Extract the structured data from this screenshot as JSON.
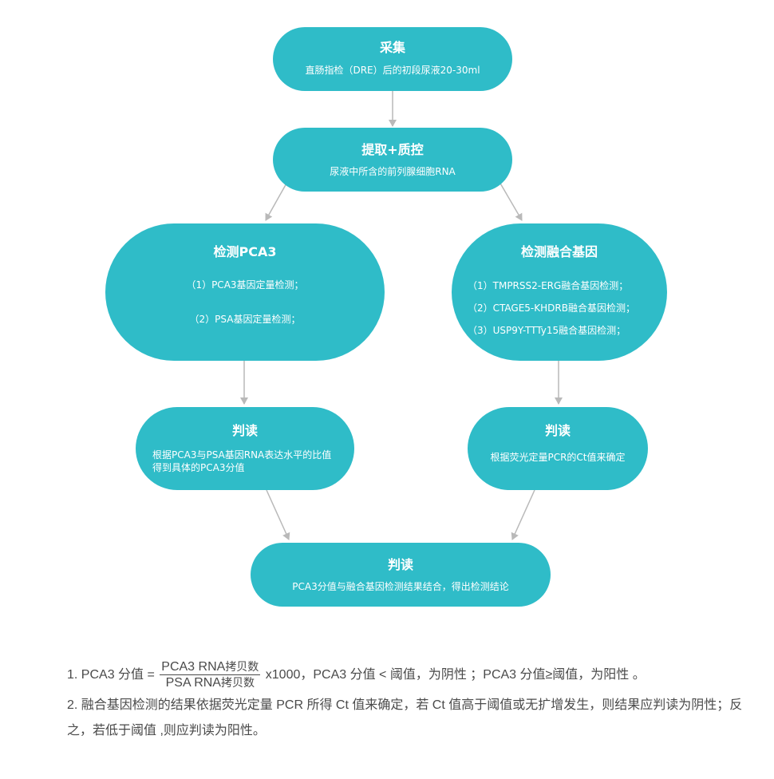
{
  "colors": {
    "node_fill": "#2fbcc8",
    "arrow": "#b9b9b9",
    "note_text": "#4a4a4a"
  },
  "nodes": {
    "collect": {
      "title": "采集",
      "text": "直肠指检（DRE）后的初段尿液20-30ml"
    },
    "extract": {
      "title": "提取+质控",
      "text": "尿液中所含的前列腺细胞RNA"
    },
    "pca3": {
      "title": "检测PCA3",
      "items": [
        "（1）PCA3基因定量检测；",
        "（2）PSA基因定量检测；"
      ]
    },
    "fusion": {
      "title": "检测融合基因",
      "items": [
        "（1）TMPRSS2-ERG融合基因检测；",
        "（2）CTAGE5-KHDRB融合基因检测；",
        "（3）USP9Y-TTTy15融合基因检测；"
      ]
    },
    "judge_left": {
      "title": "判读",
      "text": "根据PCA3与PSA基因RNA表达水平的比值得到具体的PCA3分值"
    },
    "judge_right": {
      "title": "判读",
      "text": "根据荧光定量PCR的Ct值来确定"
    },
    "judge_final": {
      "title": "判读",
      "text": "PCA3分值与融合基因检测结果结合，得出检测结论"
    }
  },
  "notes": {
    "line1_prefix": "1. PCA3 分值 =",
    "numerator_main": "PCA3 RNA",
    "numerator_unit": "拷贝数",
    "denominator_main": "PSA RNA",
    "denominator_unit": "拷贝数",
    "line1_suffix": " x1000，PCA3 分值 < 阈值，为阴性 ；PCA3 分值≥阈值，为阳性 。",
    "line2": "2. 融合基因检测的结果依据荧光定量 PCR 所得 Ct 值来确定，若 Ct 值高于阈值或无扩增发生，则结果应判读为阴性；反之，若低于阈值 ,则应判读为阳性。"
  }
}
